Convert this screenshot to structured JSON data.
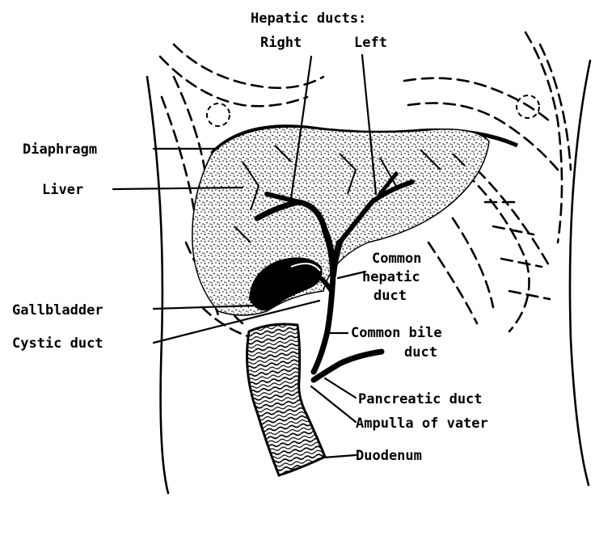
{
  "labels": {
    "hepatic_ducts": "Hepatic ducts:",
    "right": "Right",
    "left": "Left",
    "diaphragm": "Diaphragm",
    "liver": "Liver",
    "common_hepatic_1": "Common",
    "common_hepatic_2": "hepatic",
    "common_hepatic_3": "duct",
    "gallbladder": "Gallbladder",
    "cystic_duct": "Cystic duct",
    "common_bile_1": "Common bile",
    "common_bile_2": "duct",
    "pancreatic_duct": "Pancreatic duct",
    "ampulla": "Ampulla of vater",
    "duodenum": "Duodenum"
  }
}
